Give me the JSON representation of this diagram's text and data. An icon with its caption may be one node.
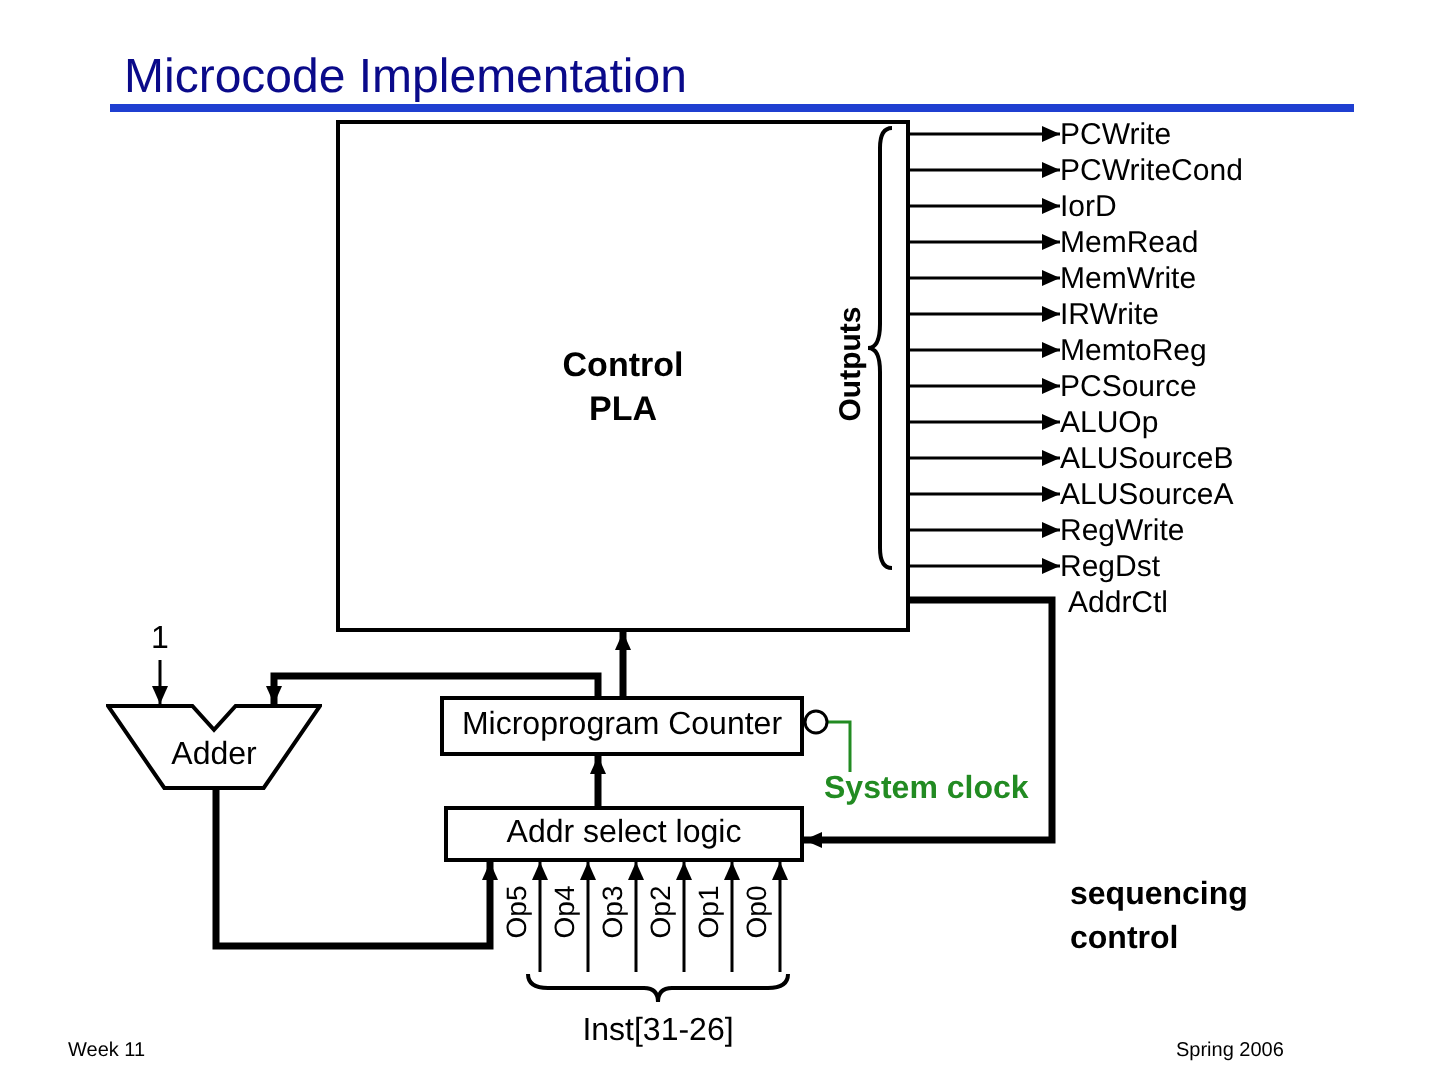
{
  "diagram": {
    "title": "Microcode Implementation",
    "nodes": [
      {
        "text": [
          "Control PLA",
          "Outputs"
        ]
      },
      {
        "text": [
          "1"
        ]
      },
      {
        "text": [
          "Adder"
        ]
      },
      {
        "text": [
          "Microprogram Counter"
        ]
      },
      {
        "text": [
          "System clock"
        ]
      },
      {
        "text": [
          "Addr select logic"
        ]
      },
      {
        "text": [
          "PCWrite"
        ]
      },
      {
        "text": [
          "PCWriteCond"
        ]
      },
      {
        "text": [
          "IorD"
        ]
      },
      {
        "text": [
          "MemRead"
        ]
      },
      {
        "text": [
          "MemWrite"
        ]
      },
      {
        "text": [
          "IRWrite"
        ]
      },
      {
        "text": [
          "MemtoReg"
        ]
      },
      {
        "text": [
          "PCSource"
        ]
      },
      {
        "text": [
          "ALUOp"
        ]
      },
      {
        "text": [
          "ALUSourceB"
        ]
      },
      {
        "text": [
          "ALUSourceA"
        ]
      },
      {
        "text": [
          "RegWrite"
        ]
      },
      {
        "text": [
          "RegDst"
        ]
      },
      {
        "text": [
          "Inst[31-26]"
        ]
      }
    ],
    "edges": [
      {
        "from": 0,
        "to": 6,
        "arrow": "to"
      },
      {
        "from": 0,
        "to": 7,
        "arrow": "to"
      },
      {
        "from": 0,
        "to": 8,
        "arrow": "to"
      },
      {
        "from": 0,
        "to": 9,
        "arrow": "to"
      },
      {
        "from": 0,
        "to": 10,
        "arrow": "to"
      },
      {
        "from": 0,
        "to": 11,
        "arrow": "to"
      },
      {
        "from": 0,
        "to": 12,
        "arrow": "to"
      },
      {
        "from": 0,
        "to": 13,
        "arrow": "to"
      },
      {
        "from": 0,
        "to": 14,
        "arrow": "to"
      },
      {
        "from": 0,
        "to": 15,
        "arrow": "to"
      },
      {
        "from": 0,
        "to": 16,
        "arrow": "to"
      },
      {
        "from": 0,
        "to": 17,
        "arrow": "to"
      },
      {
        "from": 0,
        "to": 18,
        "arrow": "to"
      },
      {
        "from": 1,
        "to": 2,
        "arrow": "to"
      },
      {
        "from": 3,
        "to": 0,
        "arrow": "to",
        "style": "thick"
      },
      {
        "from": 3,
        "to": 2,
        "arrow": "to",
        "style": "thick"
      },
      {
        "from": 5,
        "to": 3,
        "arrow": "to",
        "style": "thick"
      },
      {
        "from": 2,
        "to": 5,
        "arrow": "to",
        "style": "thick"
      },
      {
        "from": 0,
        "to": 5,
        "arrow": "to",
        "label": "AddrCtl",
        "style": "thick"
      },
      {
        "from": 4,
        "to": 3,
        "arrow": "other",
        "color": "#228b22"
      },
      {
        "from": 19,
        "to": 5,
        "arrow": "to",
        "label": "Op5"
      },
      {
        "from": 19,
        "to": 5,
        "arrow": "to",
        "label": "Op4"
      },
      {
        "from": 19,
        "to": 5,
        "arrow": "to",
        "label": "Op3"
      },
      {
        "from": 19,
        "to": 5,
        "arrow": "to",
        "label": "Op2"
      },
      {
        "from": 19,
        "to": 5,
        "arrow": "to",
        "label": "Op1"
      },
      {
        "from": 19,
        "to": 5,
        "arrow": "to",
        "label": "Op0"
      }
    ],
    "labels": [
      "sequencing control",
      "Week 11",
      "Spring 2006"
    ]
  }
}
